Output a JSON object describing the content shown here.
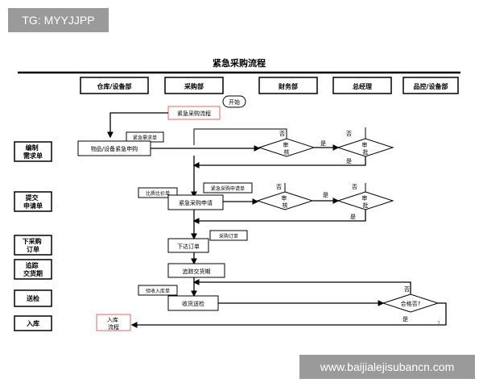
{
  "watermark_top": "TG: MYYJJPP",
  "watermark_bottom": "www.baijialejisubancn.com",
  "diagram": {
    "title": "紧急采购流程",
    "page_number": "7",
    "columns": {
      "warehouse": "仓库/设备部",
      "purchasing": "采购部",
      "finance": "财务部",
      "gm": "总经理",
      "qc": "品控/设备部"
    },
    "rows": {
      "compile": "编制\n需求单",
      "submit": "提交\n申请单",
      "order": "下采购\n订单",
      "track": "追踪\n交货期",
      "inspect": "送检",
      "stock_in": "入库"
    },
    "nodes": {
      "start": "开始",
      "flow": "紧急采购流程",
      "request_doc": "紧急需求单",
      "goods": "物品/设备紧急申购",
      "compare": "比质比价单",
      "apply_doc": "紧急采购申请单",
      "apply": "紧急采购申请",
      "po_doc": "采购订单",
      "place_order": "下达订单",
      "track_delivery": "追踪交货期",
      "receipt_doc": "验收入库单",
      "receive_inspect": "收货送检",
      "stock_flow": "入库\n流程"
    },
    "decisions": {
      "review1_top": "审",
      "review1_bottom": "核",
      "approve1_top": "审",
      "approve1_bottom": "批",
      "review2_top": "审",
      "review2_bottom": "核",
      "approve2_top": "审",
      "approve2_bottom": "批",
      "qualified": "合格否?"
    },
    "labels": {
      "no": "否",
      "yes": "是"
    }
  }
}
